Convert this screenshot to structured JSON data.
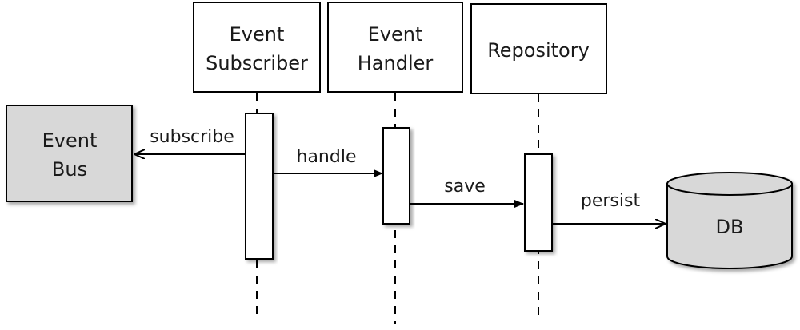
{
  "participants": {
    "event_bus": {
      "line1": "Event",
      "line2": "Bus"
    },
    "event_subscriber": {
      "line1": "Event",
      "line2": "Subscriber"
    },
    "event_handler": {
      "line1": "Event",
      "line2": "Handler"
    },
    "repository": {
      "label": "Repository"
    },
    "db": {
      "label": "DB"
    }
  },
  "messages": {
    "subscribe": "subscribe",
    "handle": "handle",
    "save": "save",
    "persist": "persist"
  },
  "colors": {
    "external_fill": "#d8d8d8",
    "line": "#000000",
    "text": "#1a1a1a"
  }
}
